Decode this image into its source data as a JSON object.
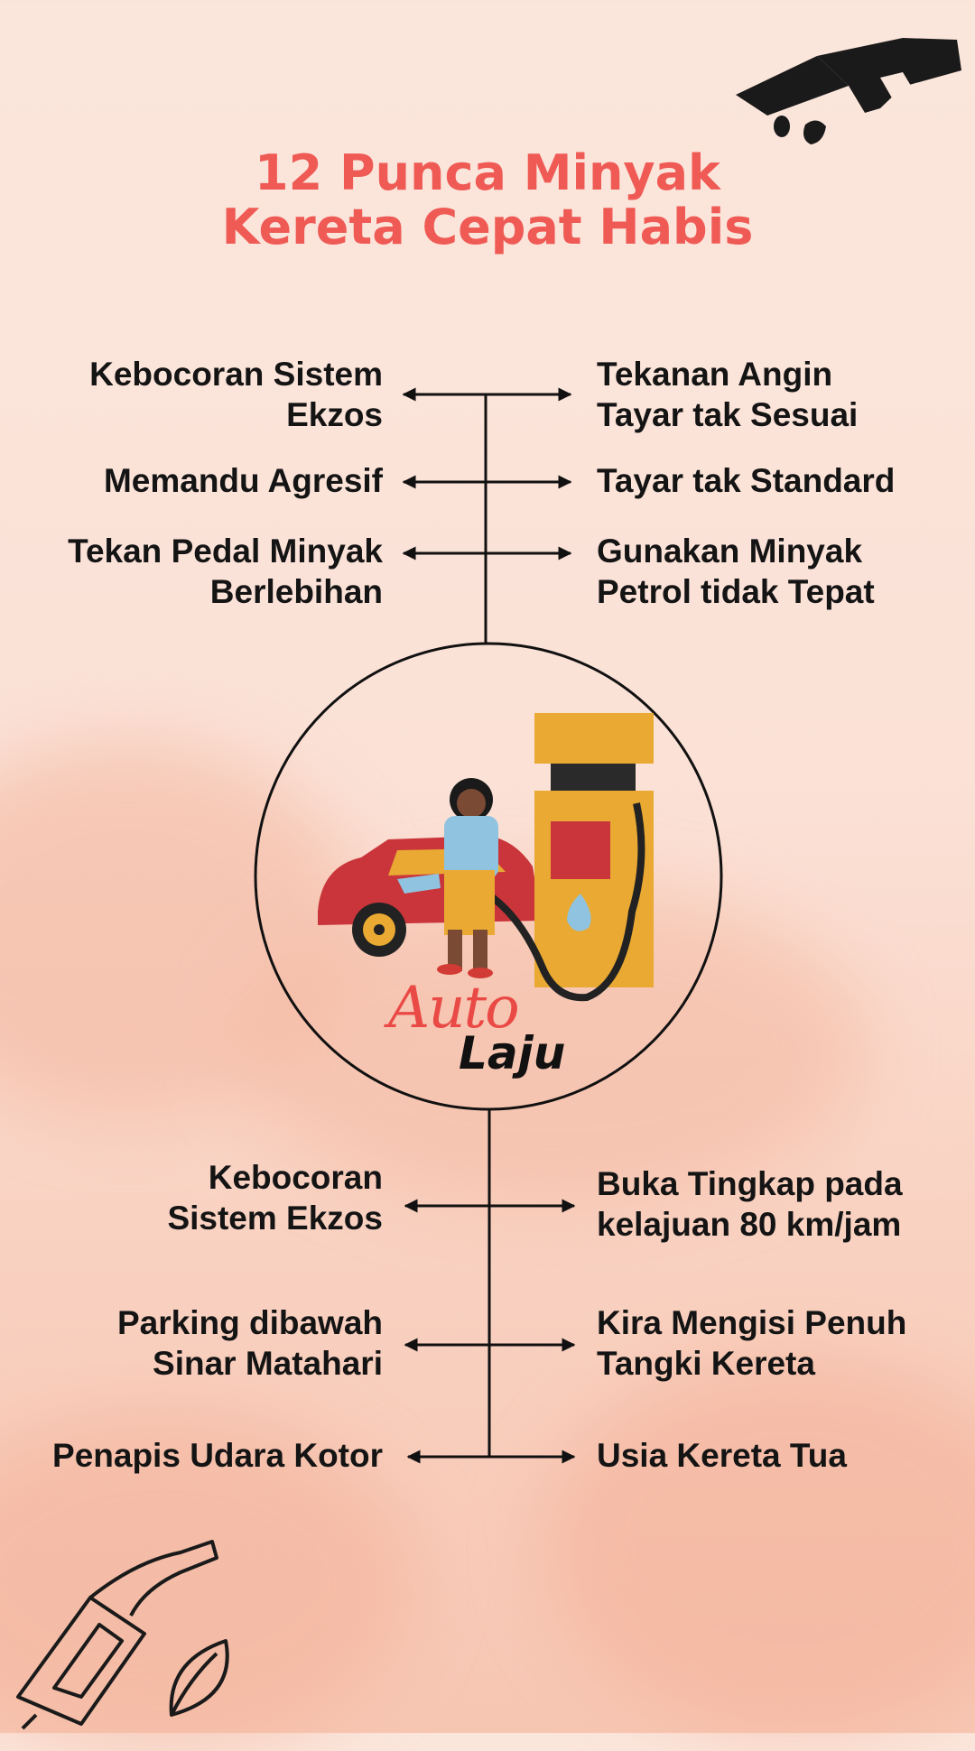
{
  "title": {
    "line1": "12 Punca Minyak",
    "line2": "Kereta Cepat Habis"
  },
  "top_left": [
    [
      "Kebocoran Sistem",
      "Ekzos"
    ],
    [
      "Memandu Agresif"
    ],
    [
      "Tekan Pedal Minyak",
      "Berlebihan"
    ]
  ],
  "top_right": [
    [
      "Tekanan Angin",
      "Tayar tak Sesuai"
    ],
    [
      "Tayar tak Standard"
    ],
    [
      "Gunakan Minyak",
      "Petrol tidak Tepat"
    ]
  ],
  "bottom_left": [
    [
      "Kebocoran",
      "Sistem Ekzos"
    ],
    [
      "Parking dibawah",
      "Sinar Matahari"
    ],
    [
      "Penapis Udara Kotor"
    ]
  ],
  "bottom_right": [
    [
      "Buka Tingkap pada",
      "kelajuan 80 km/jam"
    ],
    [
      "Kira Mengisi Penuh",
      "Tangki Kereta"
    ],
    [
      "Usia Kereta Tua"
    ]
  ],
  "brand": {
    "auto": "Auto",
    "laju": "Laju"
  },
  "colors": {
    "title": "#ef5a55",
    "text": "#141414",
    "pump": "#e9a932",
    "car": "#c9353a",
    "shirt": "#8fc3e0"
  },
  "icons": [
    "fuel-nozzle-icon",
    "fuel-nozzle-leaf-icon"
  ]
}
